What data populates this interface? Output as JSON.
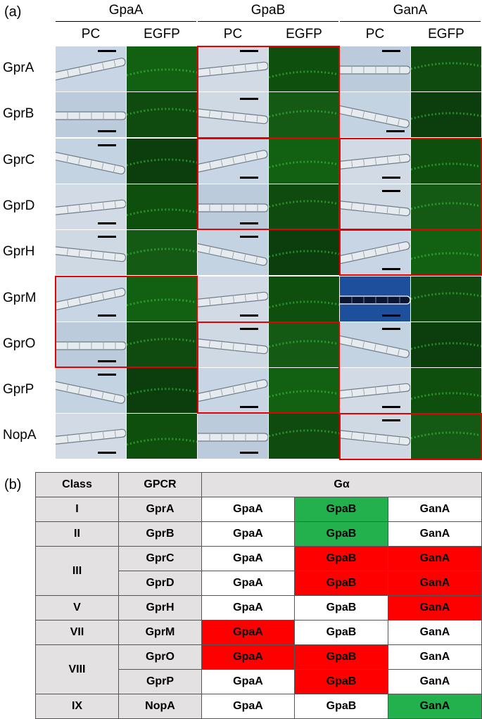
{
  "panel_a": {
    "label": "(a)",
    "groups": [
      "GpaA",
      "GpaB",
      "GanA"
    ],
    "subcolumns": [
      "PC",
      "EGFP"
    ],
    "rows": [
      "GprA",
      "GprB",
      "GprC",
      "GprD",
      "GprH",
      "GprM",
      "GprO",
      "GprP",
      "NopA"
    ],
    "highlights": [
      {
        "rows": [
          "GprA",
          "GprB"
        ],
        "group": "GpaB"
      },
      {
        "rows": [
          "GprC",
          "GprD"
        ],
        "group": "GanA"
      },
      {
        "rows": [
          "GprC",
          "GprD"
        ],
        "group": "GpaB"
      },
      {
        "rows": [
          "GprH"
        ],
        "group": "GanA"
      },
      {
        "rows": [
          "GprM",
          "GprO"
        ],
        "group": "GpaA"
      },
      {
        "rows": [
          "GprO",
          "GprP"
        ],
        "group": "GpaB"
      },
      {
        "rows": [
          "NopA"
        ],
        "group": "GanA"
      }
    ]
  },
  "panel_b": {
    "label": "(b)",
    "headers": {
      "class": "Class",
      "gpcr": "GPCR",
      "galpha": "Gα"
    },
    "rows": [
      {
        "class": "I",
        "gpcr": "GprA",
        "cells": [
          {
            "t": "GpaA",
            "c": "none"
          },
          {
            "t": "GpaB",
            "c": "green"
          },
          {
            "t": "GanA",
            "c": "none"
          }
        ]
      },
      {
        "class": "II",
        "gpcr": "GprB",
        "cells": [
          {
            "t": "GpaA",
            "c": "none"
          },
          {
            "t": "GpaB",
            "c": "green"
          },
          {
            "t": "GanA",
            "c": "none"
          }
        ]
      },
      {
        "class": "III",
        "gpcr": "GprC",
        "cells": [
          {
            "t": "GpaA",
            "c": "none"
          },
          {
            "t": "GpaB",
            "c": "red"
          },
          {
            "t": "GanA",
            "c": "red"
          }
        ]
      },
      {
        "class": "",
        "gpcr": "GprD",
        "cells": [
          {
            "t": "GpaA",
            "c": "none"
          },
          {
            "t": "GpaB",
            "c": "red"
          },
          {
            "t": "GanA",
            "c": "red"
          }
        ]
      },
      {
        "class": "V",
        "gpcr": "GprH",
        "cells": [
          {
            "t": "GpaA",
            "c": "none"
          },
          {
            "t": "GpaB",
            "c": "none"
          },
          {
            "t": "GanA",
            "c": "red"
          }
        ]
      },
      {
        "class": "VII",
        "gpcr": "GprM",
        "cells": [
          {
            "t": "GpaA",
            "c": "red"
          },
          {
            "t": "GpaB",
            "c": "none"
          },
          {
            "t": "GanA",
            "c": "none"
          }
        ]
      },
      {
        "class": "VIII",
        "gpcr": "GprO",
        "cells": [
          {
            "t": "GpaA",
            "c": "red"
          },
          {
            "t": "GpaB",
            "c": "red"
          },
          {
            "t": "GanA",
            "c": "none"
          }
        ]
      },
      {
        "class": "",
        "gpcr": "GprP",
        "cells": [
          {
            "t": "GpaA",
            "c": "none"
          },
          {
            "t": "GpaB",
            "c": "red"
          },
          {
            "t": "GanA",
            "c": "none"
          }
        ]
      },
      {
        "class": "IX",
        "gpcr": "NopA",
        "cells": [
          {
            "t": "GpaA",
            "c": "none"
          },
          {
            "t": "GpaB",
            "c": "none"
          },
          {
            "t": "GanA",
            "c": "green"
          }
        ]
      }
    ]
  },
  "colors": {
    "highlight_border": "#e60000",
    "positive_green": "#22b14c",
    "positive_red": "#ff0000",
    "header_gray": "#e4e1e3",
    "pc_background": "#c9d6e4",
    "egfp_background": "#0f4a0f"
  }
}
